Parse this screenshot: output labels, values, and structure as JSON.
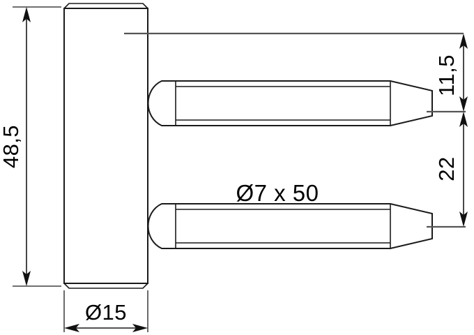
{
  "drawing": {
    "title": "Hinge pin technical drawing",
    "background_color": "#ffffff",
    "line_color": "#1a1a1a",
    "centerline_color": "#555555",
    "dimensions": {
      "height_overall": {
        "label": "48,5",
        "orientation": "vertical",
        "position": "left"
      },
      "plate_width": {
        "label": "Ø15",
        "orientation": "horizontal",
        "position": "bottom"
      },
      "pin_diameter_length": {
        "label": "Ø7 x 50",
        "orientation": "horizontal",
        "position": "center"
      },
      "top_offset": {
        "label": "11,5",
        "orientation": "vertical",
        "position": "right"
      },
      "pin_spacing": {
        "label": "22",
        "orientation": "vertical",
        "position": "right"
      }
    }
  }
}
